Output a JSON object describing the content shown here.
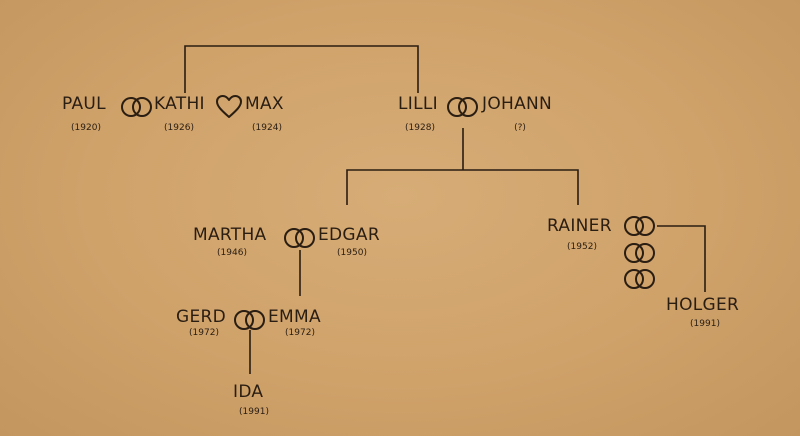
{
  "people": {
    "paul": {
      "name": "PAUL",
      "year": "(1920)"
    },
    "kathi": {
      "name": "KATHI",
      "year": "(1926)"
    },
    "max": {
      "name": "MAX",
      "year": "(1924)"
    },
    "lilli": {
      "name": "LILLI",
      "year": "(1928)"
    },
    "johann": {
      "name": "JOHANN",
      "year": "(?)"
    },
    "martha": {
      "name": "MARTHA",
      "year": "(1946)"
    },
    "edgar": {
      "name": "EDGAR",
      "year": "(1950)"
    },
    "rainer": {
      "name": "RAINER",
      "year": "(1952)"
    },
    "gerd": {
      "name": "GERD",
      "year": "(1972)"
    },
    "emma": {
      "name": "EMMA",
      "year": "(1972)"
    },
    "holger": {
      "name": "HOLGER",
      "year": "(1991)"
    },
    "ida": {
      "name": "IDA",
      "year": "(1991)"
    }
  },
  "symbols": {
    "marriage": "interlocked-rings-icon",
    "partnership": "heart-icon"
  },
  "colors": {
    "background": "#cfa26a",
    "ink": "#2a1d12"
  }
}
